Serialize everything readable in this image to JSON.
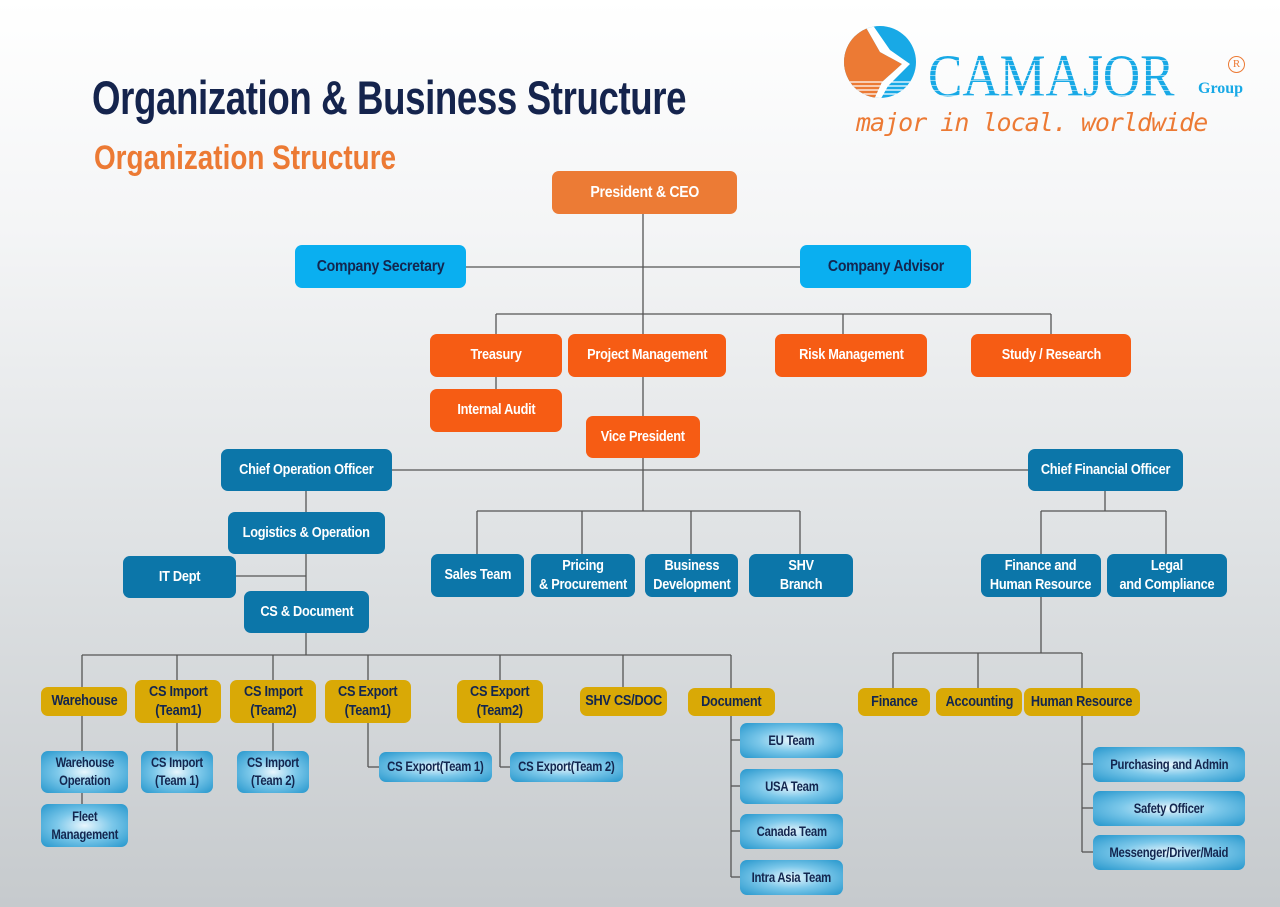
{
  "header": {
    "title": "Organization & Business Structure",
    "subtitle": "Organization Structure"
  },
  "logo": {
    "brand": "CAMAJOR",
    "group": "Group",
    "registered": "R",
    "tagline": "major in local. worldwide"
  },
  "colors": {
    "ceo": "#ec7b35",
    "executive": "#f65c14",
    "advisory": "#0aaff0",
    "officer": "#0c76a9",
    "department": "#d9a906",
    "team": "#2596cc",
    "navy": "#15244d"
  },
  "nodes": {
    "ceo": "President & CEO",
    "secretary": "Company Secretary",
    "advisor": "Company Advisor",
    "treasury": "Treasury",
    "project_management": "Project Management",
    "risk_management": "Risk Management",
    "study_research": "Study / Research",
    "internal_audit": "Internal Audit",
    "vice_president": "Vice President",
    "coo": "Chief Operation Officer",
    "cfo": "Chief Financial Officer",
    "logistics": "Logistics & Operation",
    "it_dept": "IT Dept",
    "cs_document": "CS & Document",
    "sales": "Sales Team",
    "pricing": "Pricing\n& Procurement",
    "business_dev": "Business\nDevelopment",
    "shv_branch": "SHV\nBranch",
    "finance_hr": "Finance and\nHuman Resource",
    "legal": "Legal\nand Compliance",
    "warehouse": "Warehouse",
    "cs_import_1": "CS Import\n(Team1)",
    "cs_import_2": "CS Import\n(Team2)",
    "cs_export_1": "CS Export\n(Team1)",
    "cs_export_2": "CS Export\n(Team2)",
    "shv_cs_doc": "SHV CS/DOC",
    "document": "Document",
    "finance": "Finance",
    "accounting": "Accounting",
    "human_resource": "Human Resource",
    "warehouse_operation": "Warehouse\nOperation",
    "fleet_management": "Fleet\nManagement",
    "cs_import_team_1": "CS Import\n(Team 1)",
    "cs_import_team_2": "CS Import\n(Team 2)",
    "cs_export_team_1": "CS Export(Team 1)",
    "cs_export_team_2": "CS Export(Team 2)",
    "eu_team": "EU Team",
    "usa_team": "USA Team",
    "canada_team": "Canada Team",
    "intra_asia_team": "Intra Asia Team",
    "purchasing_admin": "Purchasing and Admin",
    "safety_officer": "Safety Officer",
    "messenger": "Messenger/Driver/Maid"
  }
}
